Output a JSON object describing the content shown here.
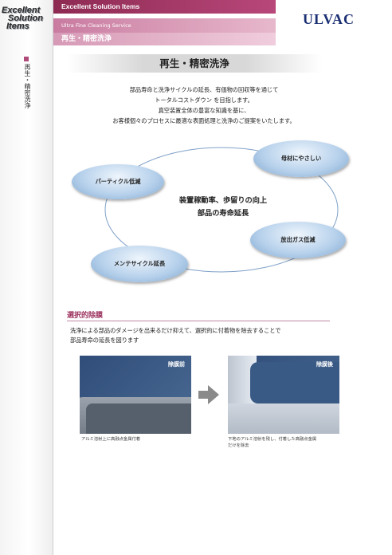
{
  "sidebar": {
    "logo_lines": [
      "Excellent",
      "Solution",
      "Items"
    ],
    "tab_label": "再生・精密洗浄"
  },
  "header": {
    "series": "Excellent Solution Items",
    "subtitle": "Ultra Fine Cleaning Service",
    "section": "再生・精密洗浄"
  },
  "brand": {
    "name": "ULVAC",
    "color": "#1a2f72"
  },
  "page_title": "再生・精密洗浄",
  "intro": {
    "lines": [
      "部品寿命と洗浄サイクルの延長、有価物の回収等を通じて",
      "トータルコストダウン を目指します。",
      "真空装置全体の豊富な知識を基に、",
      "お客様個々のプロセスに最適な表面処理と洗浄のご提案をいたします。"
    ]
  },
  "diagram": {
    "center_lines": [
      "装置稼動率、歩留りの向上",
      "部品の寿命延長"
    ],
    "bubbles": [
      "パーティクル低減",
      "母材にやさしい",
      "放出ガス低減",
      "メンテサイクル延長"
    ]
  },
  "selective": {
    "heading": "選択的除膜",
    "body_lines": [
      "洗浄による部品のダメージを出来るだけ抑えて、選択的に付着物を除去することで",
      "部品寿命の延長を図ります"
    ]
  },
  "photos": [
    {
      "label": "除膜前",
      "caption": "アルミ溶射上に高融点金属付着"
    },
    {
      "label": "除膜後",
      "caption_lines": [
        "下地のアルミ溶射を残し、付着した高融点金属",
        "だけを除去"
      ]
    }
  ],
  "colors": {
    "accent": "#9b2f5c",
    "header_dark": "#8d2a52",
    "bubble": "#b8d2ec"
  }
}
